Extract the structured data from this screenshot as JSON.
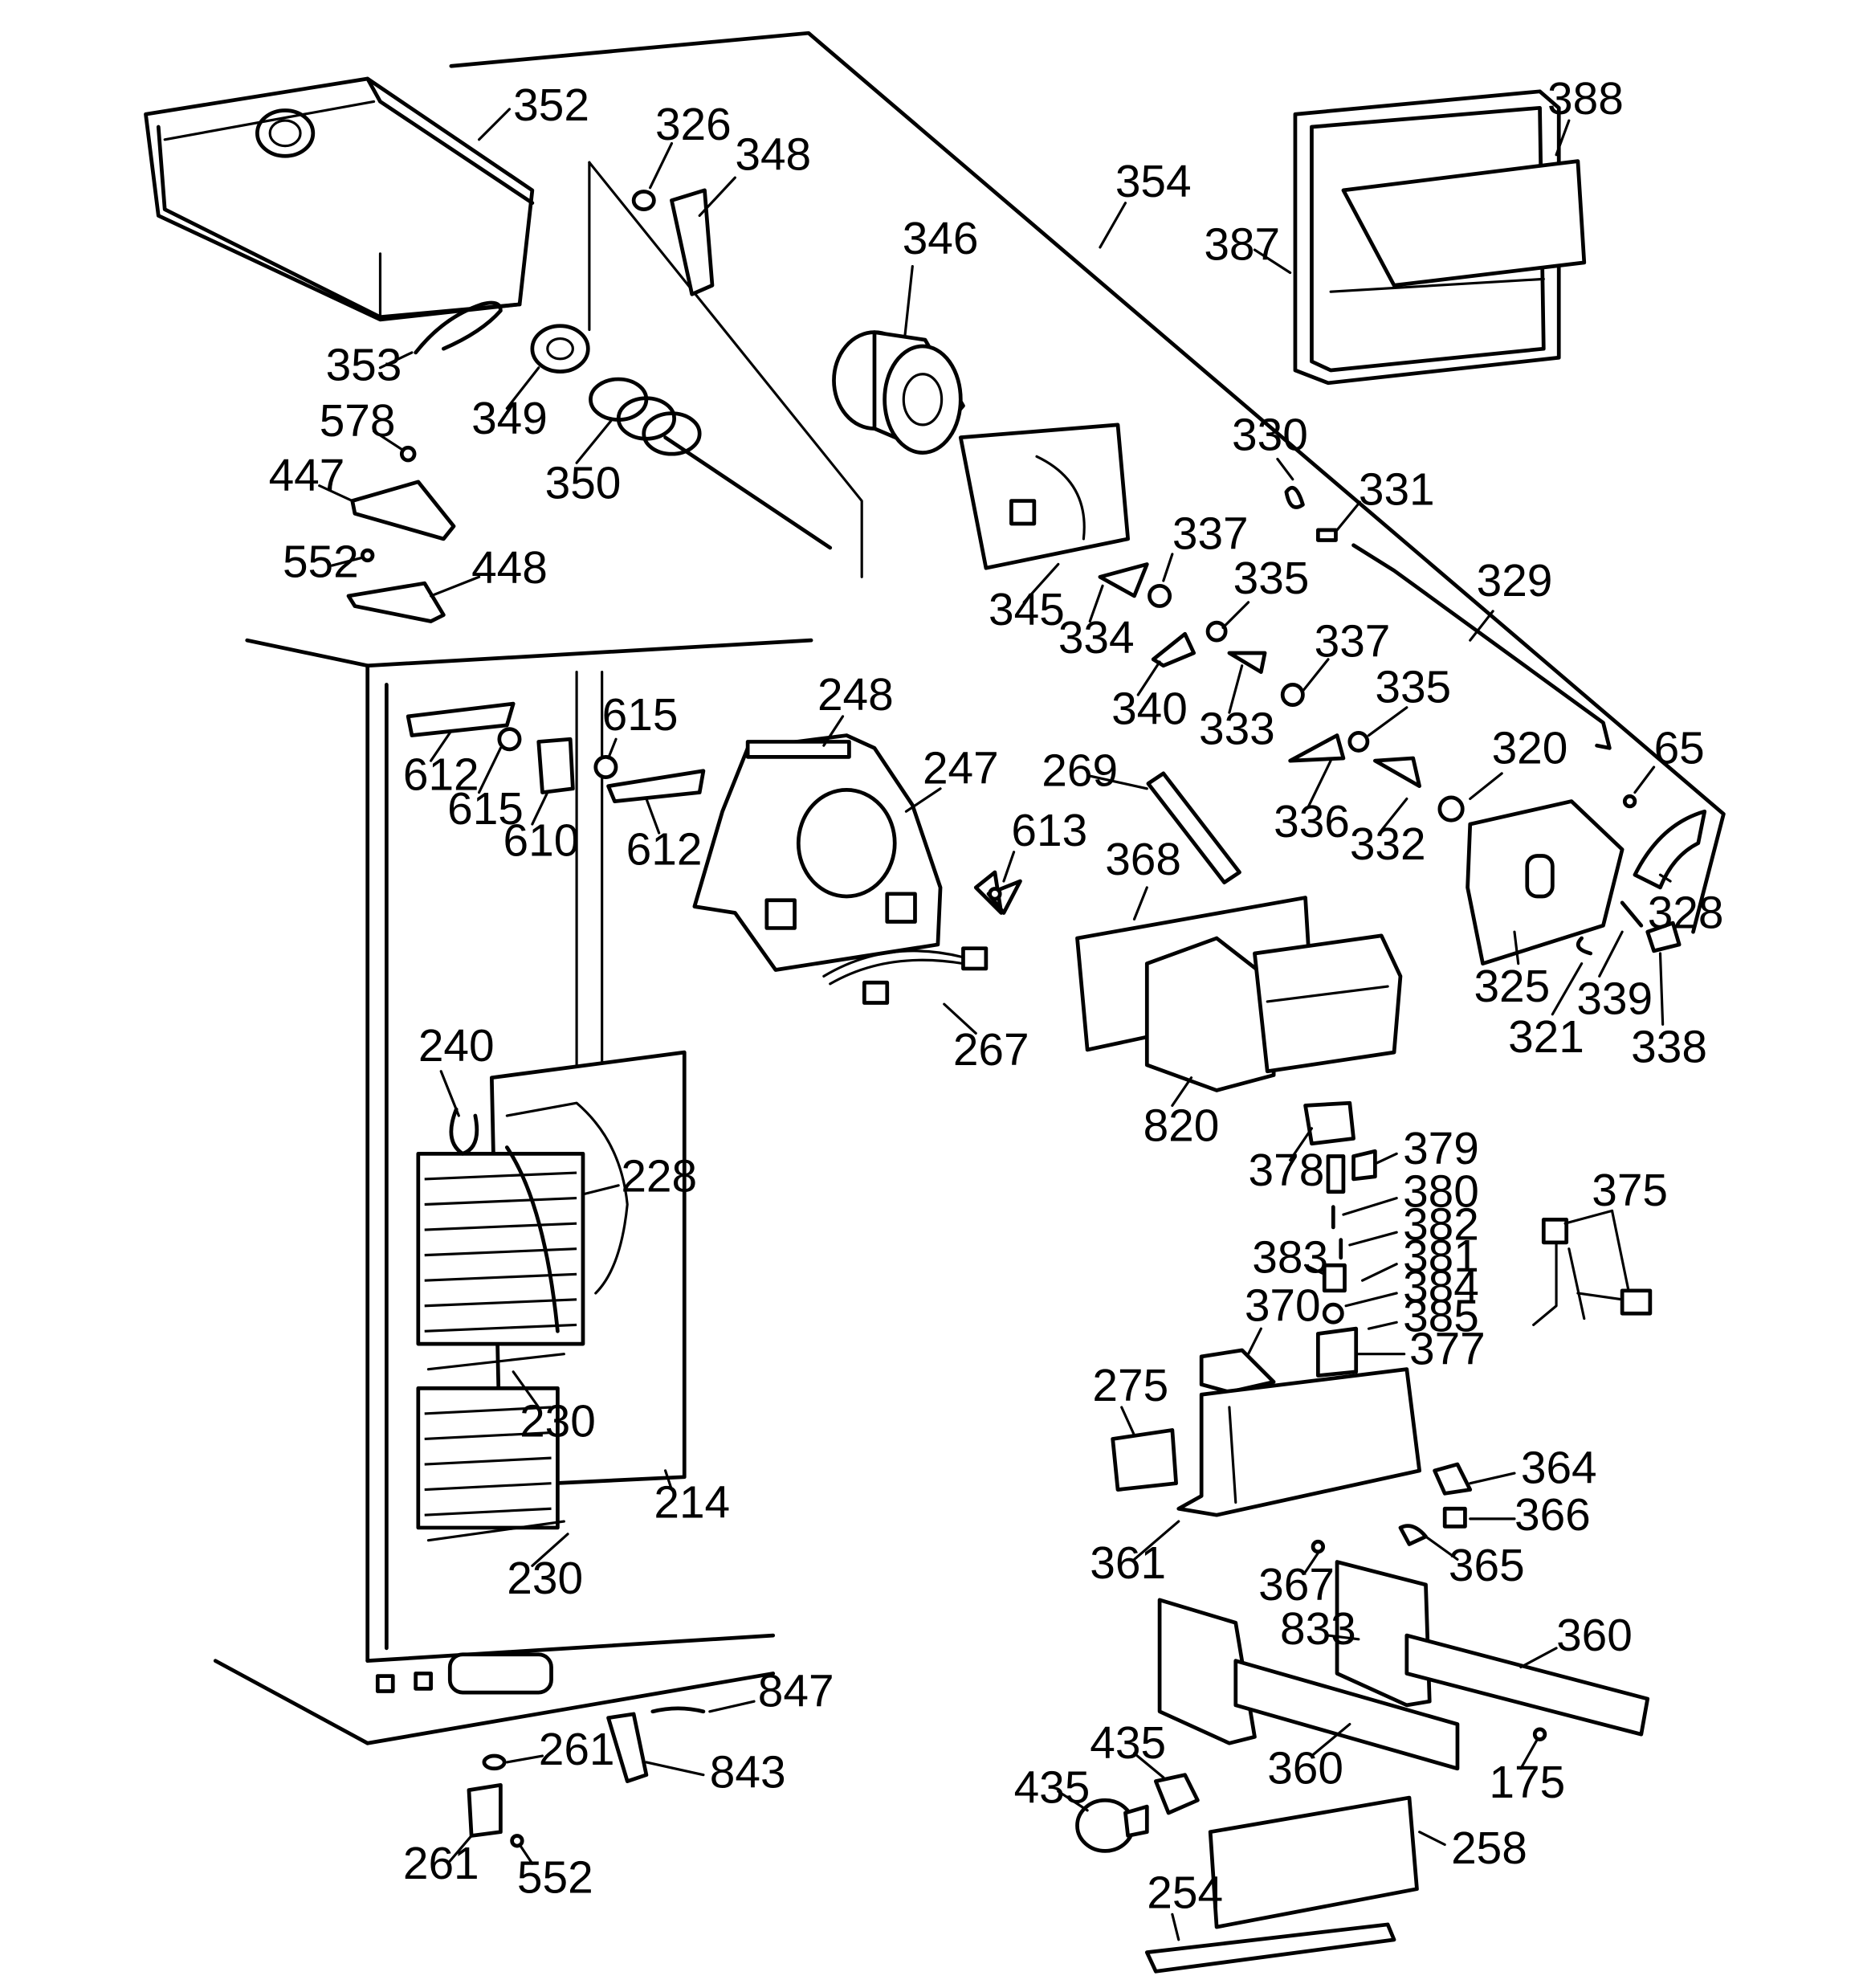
{
  "labels": [
    {
      "id": "352",
      "text": "352"
    },
    {
      "id": "326",
      "text": "326"
    },
    {
      "id": "348",
      "text": "348"
    },
    {
      "id": "354",
      "text": "354"
    },
    {
      "id": "346",
      "text": "346"
    },
    {
      "id": "388",
      "text": "388"
    },
    {
      "id": "387",
      "text": "387"
    },
    {
      "id": "353",
      "text": "353"
    },
    {
      "id": "349",
      "text": "349"
    },
    {
      "id": "350",
      "text": "350"
    },
    {
      "id": "578",
      "text": "578"
    },
    {
      "id": "447",
      "text": "447"
    },
    {
      "id": "552a",
      "text": "552"
    },
    {
      "id": "448",
      "text": "448"
    },
    {
      "id": "330",
      "text": "330"
    },
    {
      "id": "331",
      "text": "331"
    },
    {
      "id": "337a",
      "text": "337"
    },
    {
      "id": "335a",
      "text": "335"
    },
    {
      "id": "329",
      "text": "329"
    },
    {
      "id": "345",
      "text": "345"
    },
    {
      "id": "334",
      "text": "334"
    },
    {
      "id": "340",
      "text": "340"
    },
    {
      "id": "333",
      "text": "333"
    },
    {
      "id": "337b",
      "text": "337"
    },
    {
      "id": "335b",
      "text": "335"
    },
    {
      "id": "248",
      "text": "248"
    },
    {
      "id": "615a",
      "text": "615"
    },
    {
      "id": "612a",
      "text": "612"
    },
    {
      "id": "615b",
      "text": "615"
    },
    {
      "id": "610",
      "text": "610"
    },
    {
      "id": "612b",
      "text": "612"
    },
    {
      "id": "247",
      "text": "247"
    },
    {
      "id": "269",
      "text": "269"
    },
    {
      "id": "613",
      "text": "613"
    },
    {
      "id": "336",
      "text": "336"
    },
    {
      "id": "332",
      "text": "332"
    },
    {
      "id": "320",
      "text": "320"
    },
    {
      "id": "65",
      "text": "65"
    },
    {
      "id": "368",
      "text": "368"
    },
    {
      "id": "328",
      "text": "328"
    },
    {
      "id": "325",
      "text": "325"
    },
    {
      "id": "321",
      "text": "321"
    },
    {
      "id": "339",
      "text": "339"
    },
    {
      "id": "338",
      "text": "338"
    },
    {
      "id": "267",
      "text": "267"
    },
    {
      "id": "240",
      "text": "240"
    },
    {
      "id": "820",
      "text": "820"
    },
    {
      "id": "228",
      "text": "228"
    },
    {
      "id": "378",
      "text": "378"
    },
    {
      "id": "379",
      "text": "379"
    },
    {
      "id": "380",
      "text": "380"
    },
    {
      "id": "375",
      "text": "375"
    },
    {
      "id": "382",
      "text": "382"
    },
    {
      "id": "383",
      "text": "383"
    },
    {
      "id": "381",
      "text": "381"
    },
    {
      "id": "384",
      "text": "384"
    },
    {
      "id": "370",
      "text": "370"
    },
    {
      "id": "385",
      "text": "385"
    },
    {
      "id": "377",
      "text": "377"
    },
    {
      "id": "275",
      "text": "275"
    },
    {
      "id": "230a",
      "text": "230"
    },
    {
      "id": "214",
      "text": "214"
    },
    {
      "id": "364",
      "text": "364"
    },
    {
      "id": "366",
      "text": "366"
    },
    {
      "id": "361",
      "text": "361"
    },
    {
      "id": "365",
      "text": "365"
    },
    {
      "id": "230b",
      "text": "230"
    },
    {
      "id": "367",
      "text": "367"
    },
    {
      "id": "833",
      "text": "833"
    },
    {
      "id": "360a",
      "text": "360"
    },
    {
      "id": "847",
      "text": "847"
    },
    {
      "id": "261a",
      "text": "261"
    },
    {
      "id": "435a",
      "text": "435"
    },
    {
      "id": "843",
      "text": "843"
    },
    {
      "id": "360b",
      "text": "360"
    },
    {
      "id": "175",
      "text": "175"
    },
    {
      "id": "435b",
      "text": "435"
    },
    {
      "id": "258",
      "text": "258"
    },
    {
      "id": "261b",
      "text": "261"
    },
    {
      "id": "552b",
      "text": "552"
    },
    {
      "id": "254",
      "text": "254"
    }
  ]
}
